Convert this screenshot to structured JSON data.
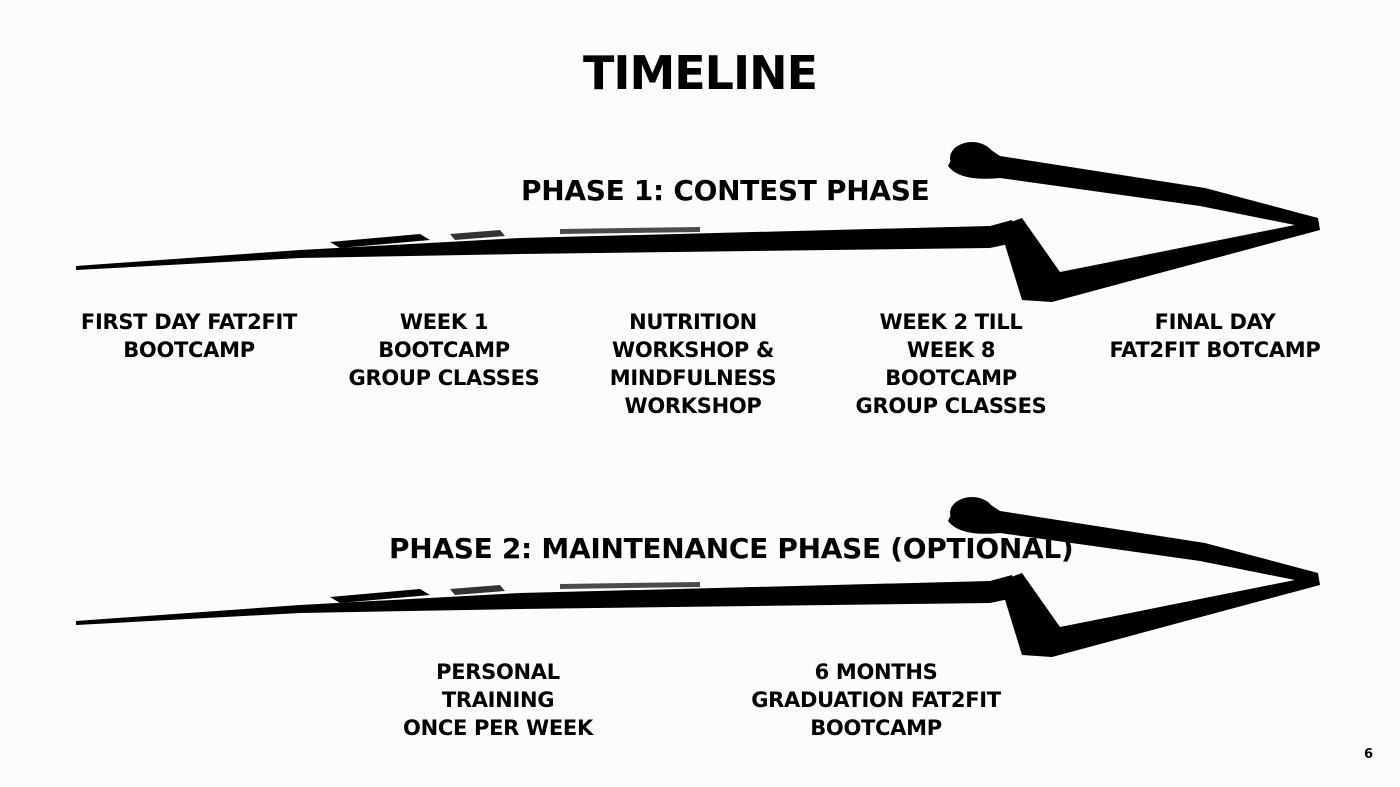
{
  "slide": {
    "title": "TIMELINE",
    "page_number": "6"
  },
  "phase1": {
    "title": "PHASE 1: CONTEST PHASE",
    "milestones": [
      "FIRST DAY FAT2FIT\nBOOTCAMP",
      "WEEK 1\nBOOTCAMP\nGROUP CLASSES",
      "NUTRITION\nWORKSHOP &\nMINDFULNESS\nWORKSHOP",
      "WEEK 2 TILL\nWEEK 8\nBOOTCAMP\nGROUP CLASSES",
      "FINAL DAY\nFAT2FIT BOTCAMP"
    ]
  },
  "phase2": {
    "title": "PHASE 2: MAINTENANCE PHASE (OPTIONAL)",
    "milestones": [
      "PERSONAL\nTRAINING\nONCE PER WEEK",
      "6 MONTHS\nGRADUATION FAT2FIT\nBOOTCAMP"
    ]
  },
  "colors": {
    "background": "#fcfcfc",
    "text": "#000000",
    "arrow": "#000000"
  },
  "icons": [
    "brush-arrow-icon"
  ]
}
